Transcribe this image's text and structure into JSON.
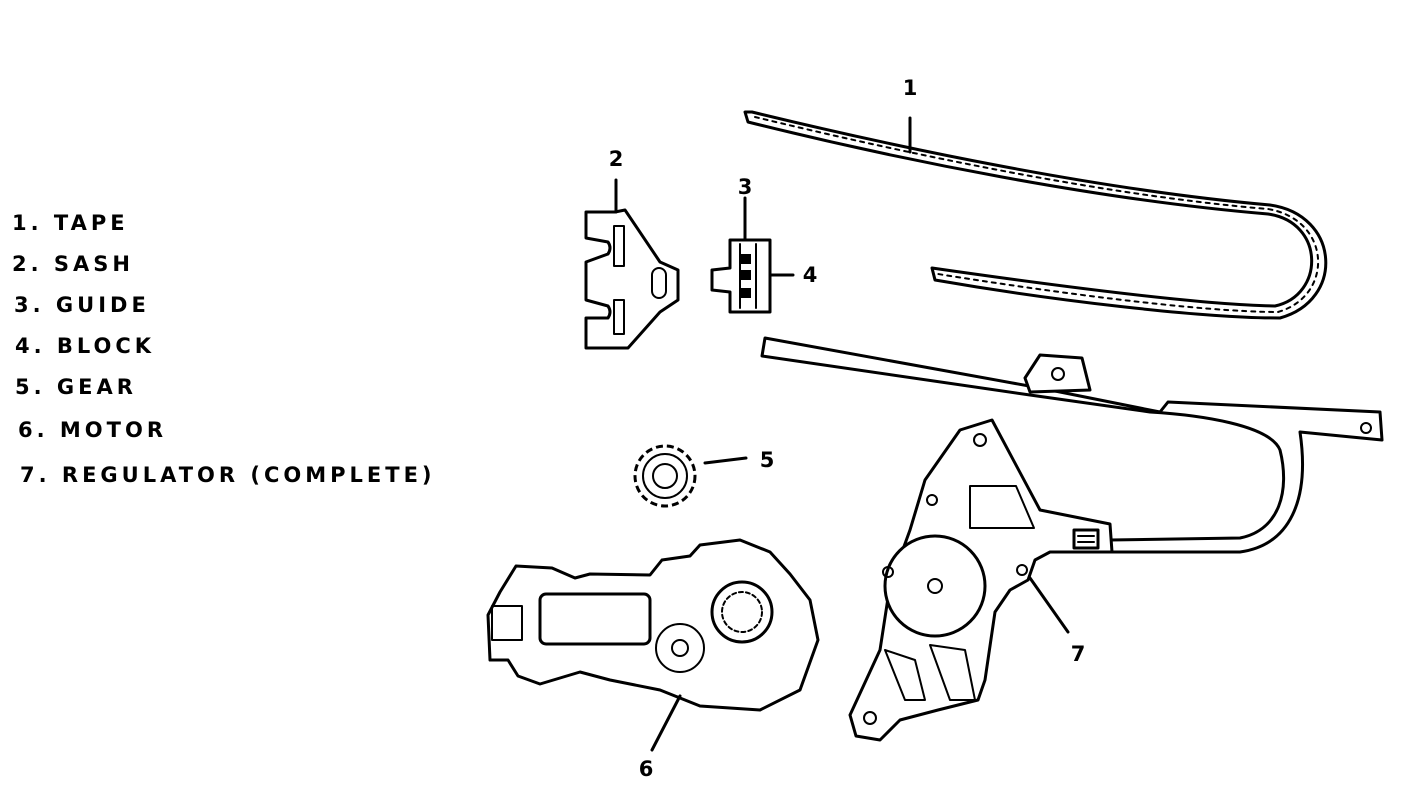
{
  "legend": [
    {
      "num": "1.",
      "name": "TAPE"
    },
    {
      "num": "2.",
      "name": "SASH"
    },
    {
      "num": "3.",
      "name": "GUIDE"
    },
    {
      "num": "4.",
      "name": "BLOCK"
    },
    {
      "num": "5.",
      "name": "GEAR"
    },
    {
      "num": "6.",
      "name": "MOTOR"
    },
    {
      "num": "7.",
      "name": "REGULATOR (COMPLETE)"
    }
  ],
  "callouts": {
    "tape": "1",
    "sash": "2",
    "guide": "3",
    "block": "4",
    "gear": "5",
    "motor": "6",
    "regulator": "7"
  }
}
